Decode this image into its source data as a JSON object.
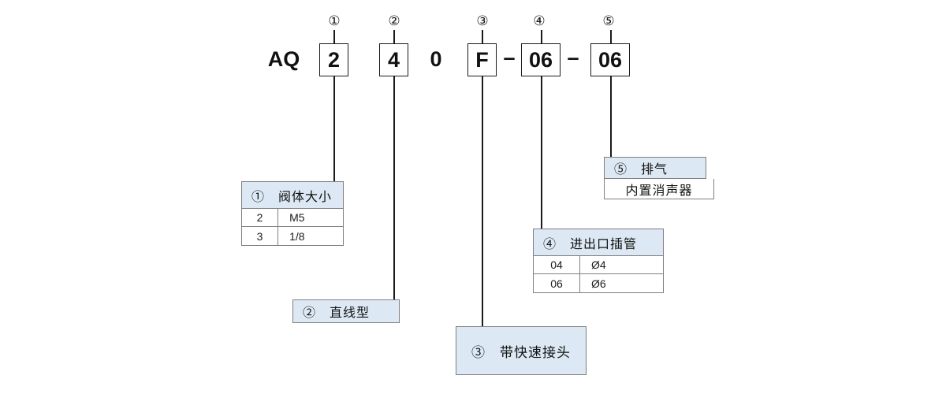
{
  "diagram": {
    "type": "part-number-breakdown",
    "code": {
      "prefix": "AQ",
      "segments": [
        {
          "id": "1",
          "marker": "①",
          "value": "2",
          "boxed": true
        },
        {
          "id": "2",
          "marker": "②",
          "value": "4",
          "boxed": true
        },
        {
          "id": "0",
          "marker": "",
          "value": "0",
          "boxed": false
        },
        {
          "id": "3",
          "marker": "③",
          "value": "F",
          "boxed": true
        },
        {
          "id": "dash1",
          "marker": "",
          "value": "–",
          "boxed": false
        },
        {
          "id": "4",
          "marker": "④",
          "value": "06",
          "boxed": true
        },
        {
          "id": "dash2",
          "marker": "",
          "value": "–",
          "boxed": false
        },
        {
          "id": "5",
          "marker": "⑤",
          "value": "06",
          "boxed": true
        }
      ]
    },
    "callouts": {
      "valve_size": {
        "header": "①　阀体大小",
        "rows": [
          {
            "code": "2",
            "desc": "M5"
          },
          {
            "code": "3",
            "desc": "1/8"
          }
        ]
      },
      "straight_type": {
        "header": "②　直线型"
      },
      "quick_fitting": {
        "header": "③　带快速接头"
      },
      "port_tube": {
        "header": "④　进出口插管",
        "rows": [
          {
            "code": "04",
            "desc": "Ø4"
          },
          {
            "code": "06",
            "desc": "Ø6"
          }
        ]
      },
      "exhaust": {
        "header": "⑤　排气",
        "note": "内置消声器"
      }
    }
  },
  "colors": {
    "header_fill": "#dce9f4",
    "line": "#1a1a1a",
    "border": "#7f7f7f"
  }
}
